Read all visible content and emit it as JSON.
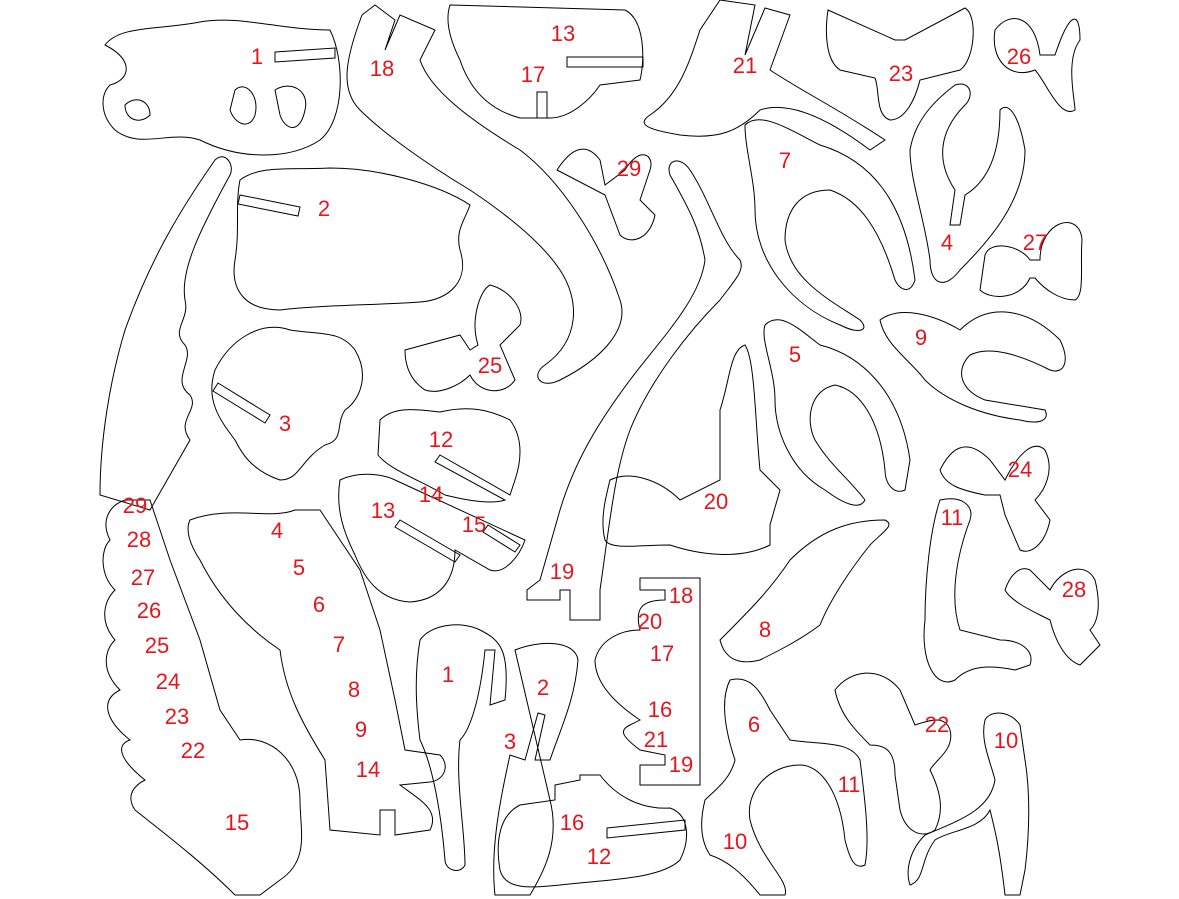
{
  "title": "Dinosaur skeleton puzzle cut pattern",
  "colors": {
    "outline": "#000000",
    "label": "#e8141c",
    "background": "#ffffff"
  },
  "part_labels": [
    "1",
    "18",
    "13",
    "17",
    "21",
    "23",
    "26",
    "29",
    "7",
    "2",
    "4",
    "27",
    "25",
    "5",
    "9",
    "3",
    "12",
    "14",
    "24",
    "29",
    "13",
    "15",
    "4",
    "20",
    "11",
    "28",
    "5",
    "19",
    "27",
    "6",
    "18",
    "28",
    "26",
    "20",
    "8",
    "25",
    "7",
    "17",
    "1",
    "24",
    "8",
    "2",
    "23",
    "16",
    "6",
    "22",
    "9",
    "3",
    "21",
    "10",
    "22",
    "19",
    "14",
    "11",
    "15",
    "16",
    "10",
    "12"
  ]
}
